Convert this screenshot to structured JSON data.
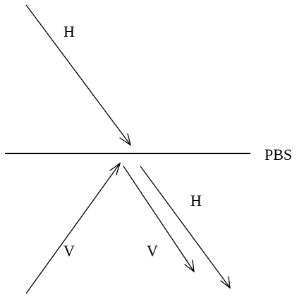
{
  "diagram": {
    "splitter_label": "PBS",
    "beams": [
      {
        "id": "incoming-h",
        "label": "H"
      },
      {
        "id": "incoming-v",
        "label": "V"
      },
      {
        "id": "outgoing-v",
        "label": "V"
      },
      {
        "id": "outgoing-h",
        "label": "H"
      }
    ]
  }
}
